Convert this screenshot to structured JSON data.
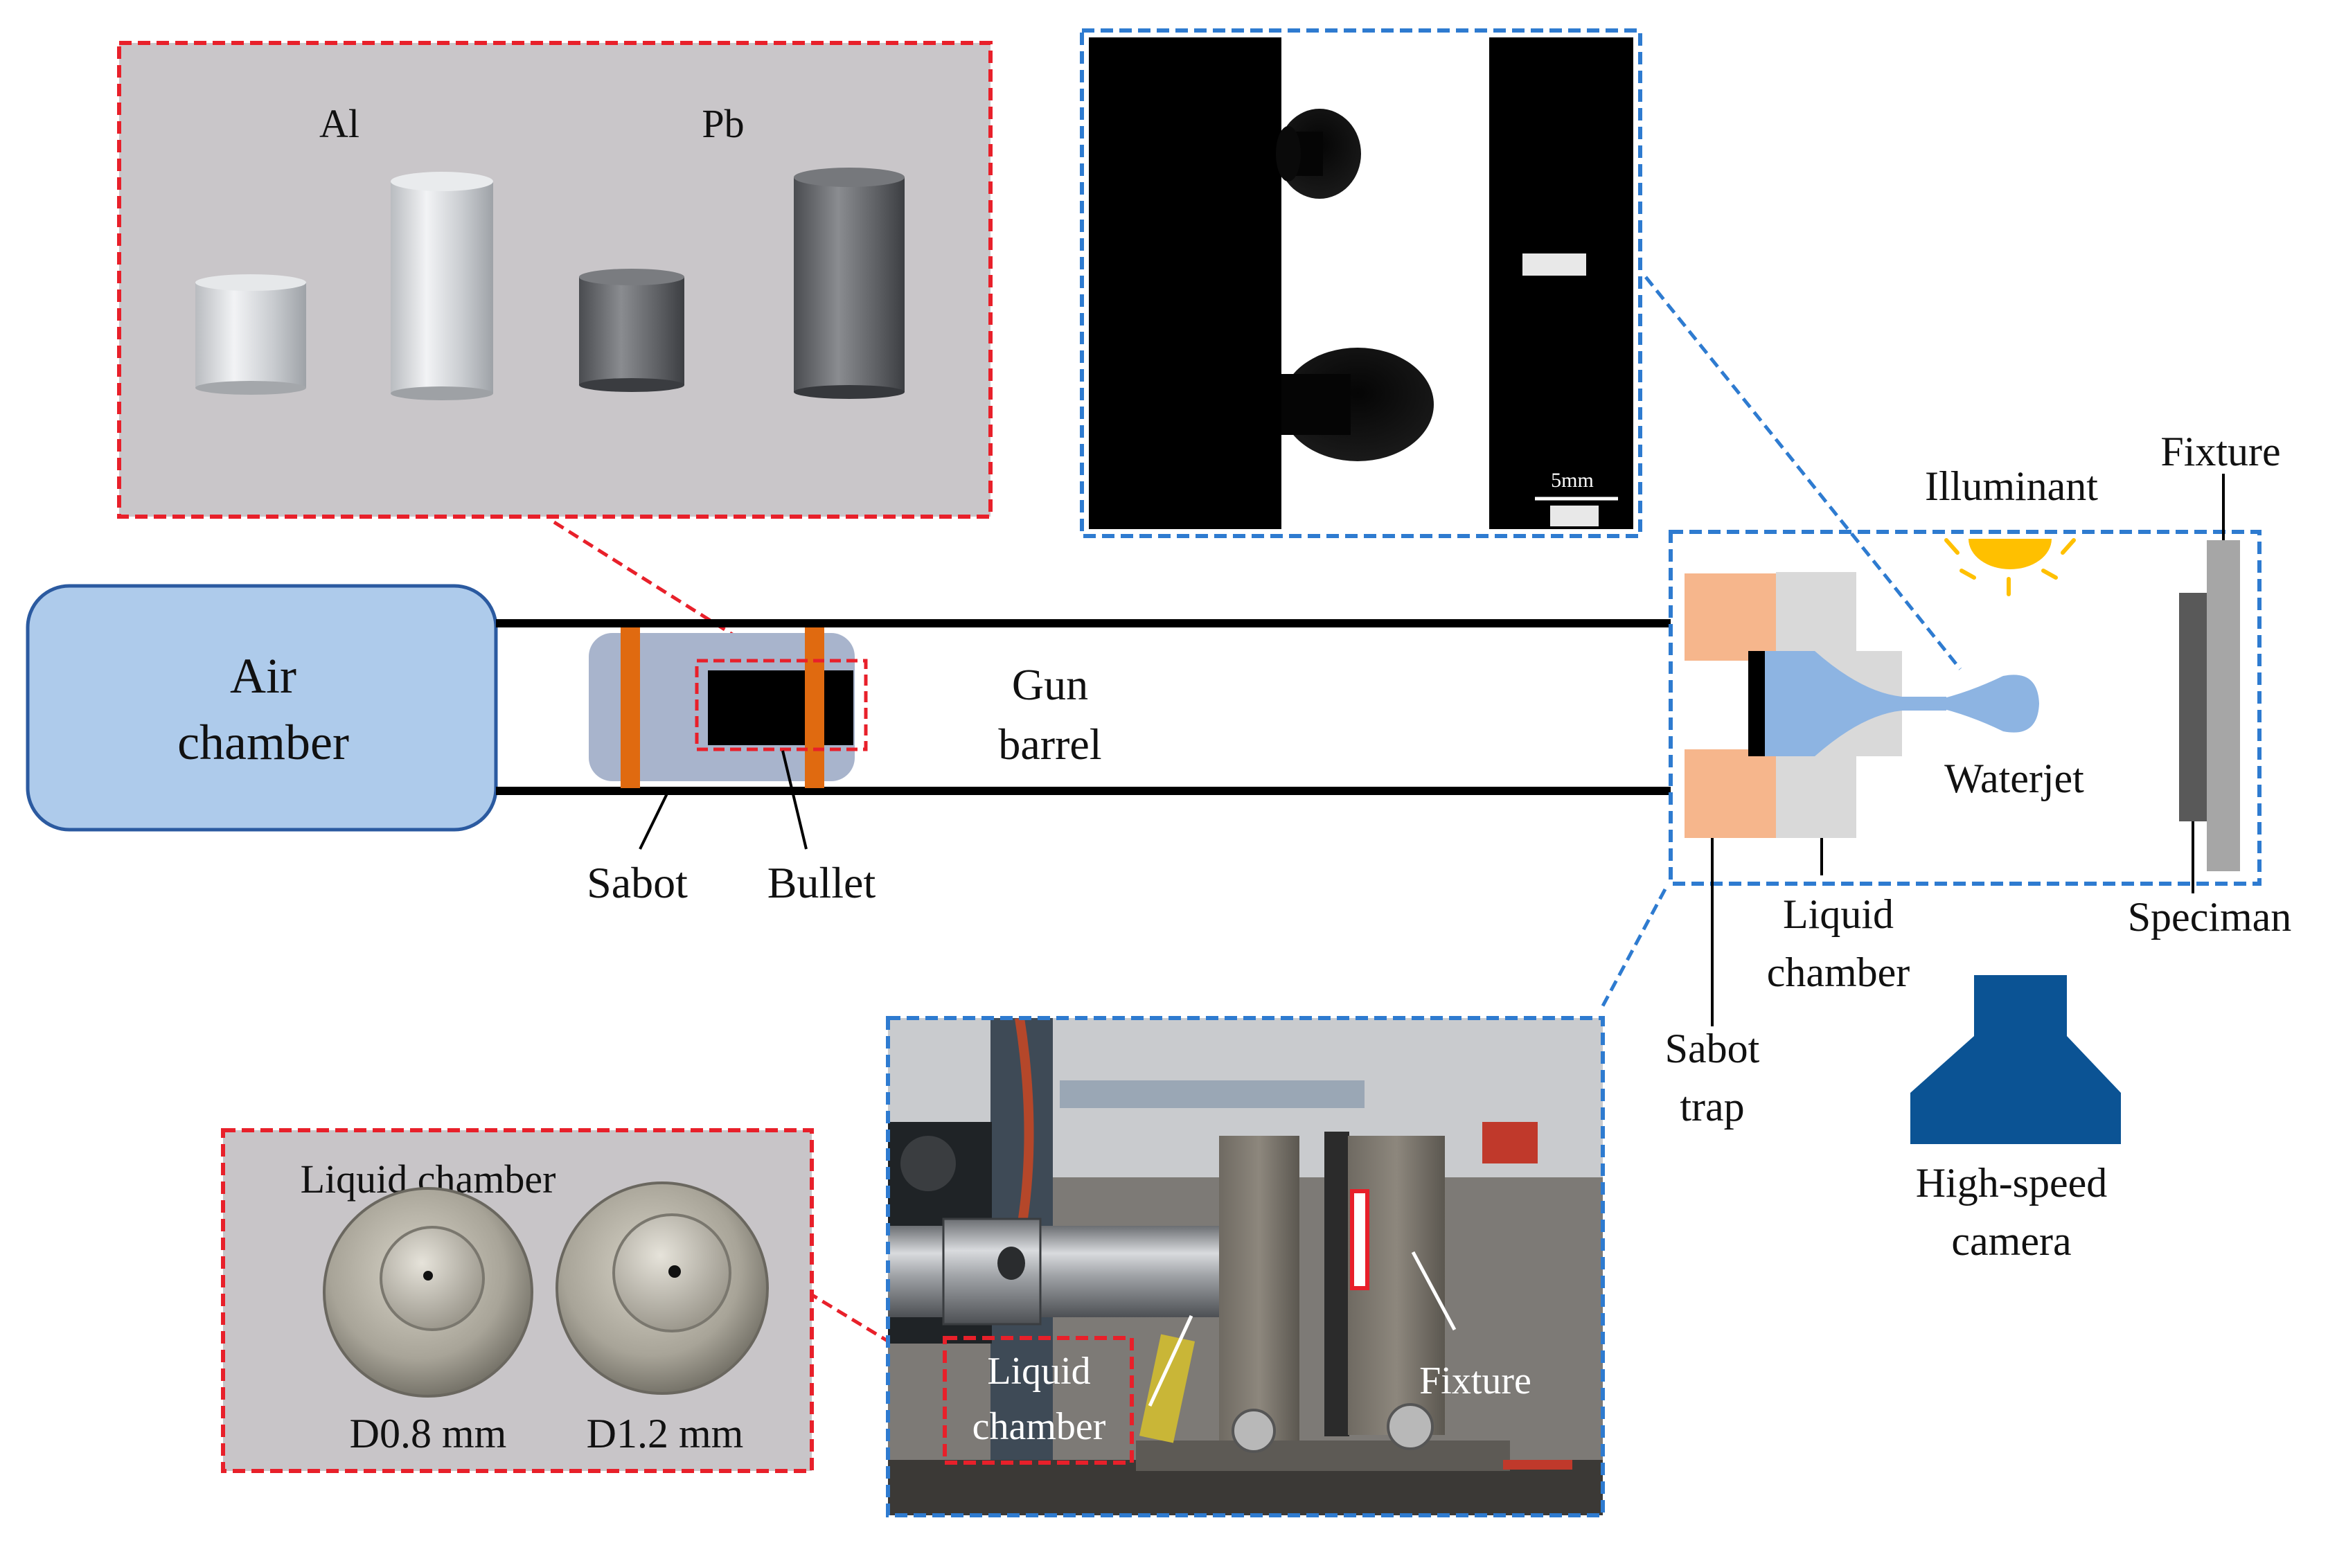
{
  "labels": {
    "air_chamber_line1": "Air",
    "air_chamber_line2": "chamber",
    "gun_barrel_line1": "Gun",
    "gun_barrel_line2": "barrel",
    "sabot": "Sabot",
    "bullet": "Bullet",
    "illuminant": "Illuminant",
    "fixture": "Fixture",
    "waterjet": "Waterjet",
    "liquid_chamber_line1": "Liquid",
    "liquid_chamber_line2": "chamber",
    "speciman": "Speciman",
    "sabot_trap_line1": "Sabot",
    "sabot_trap_line2": "trap",
    "high_speed_camera_line1": "High-speed",
    "high_speed_camera_line2": "camera"
  },
  "bullet_photo": {
    "label_al": "Al",
    "label_pb": "Pb"
  },
  "waterjet_images": {
    "scale_bar": "5mm"
  },
  "nozzle_photo": {
    "title": "Liquid chamber",
    "label_d08": "D0.8 mm",
    "label_d12": "D1.2 mm"
  },
  "setup_photo": {
    "label_liquid_line1": "Liquid",
    "label_liquid_line2": "chamber",
    "label_fixture": "Fixture"
  },
  "colors": {
    "air_chamber_fill": "#aecbeb",
    "red_dash": "#e8202a",
    "blue_dash": "#2e7bd0",
    "sabot_band": "#e06a10",
    "sabot_fill": "#a8b4cc",
    "trap_fill": "#f6b68c",
    "liquid_fill": "#8db4e2",
    "camera_fill": "#0b5394",
    "sun_fill": "#ffc000"
  }
}
